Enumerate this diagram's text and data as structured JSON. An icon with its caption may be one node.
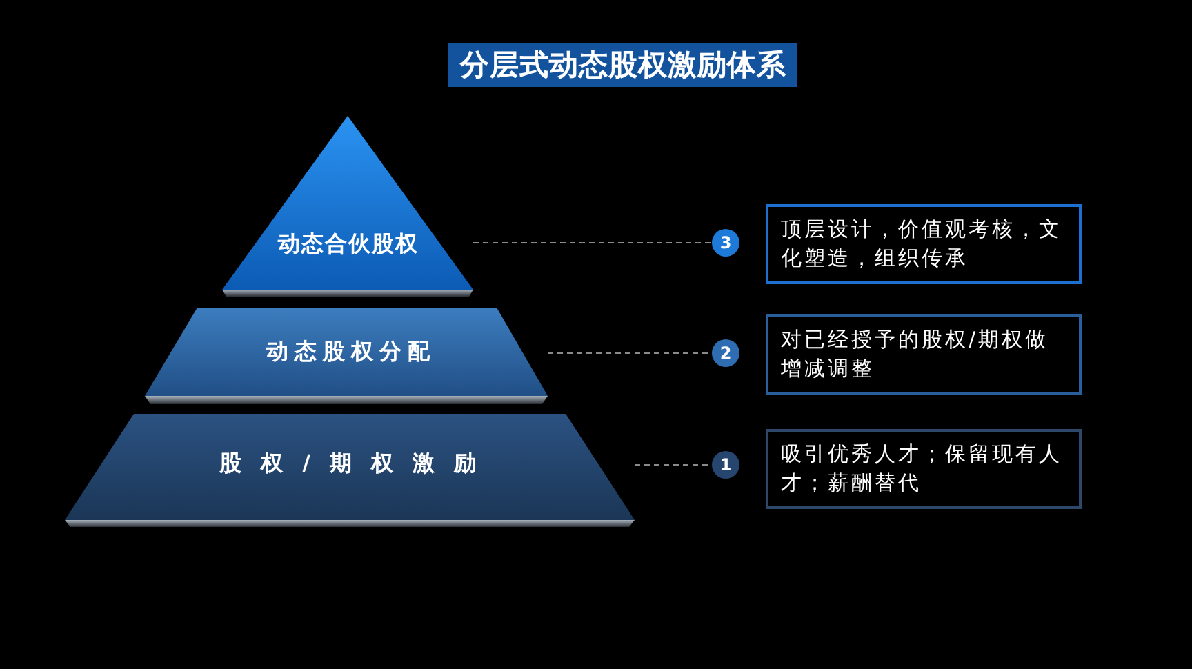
{
  "diagram": {
    "title": "分层式动态股权激励体系",
    "nodes": [
      {
        "text": [
          "动态合伙股权"
        ]
      },
      {
        "text": [
          "动态股权分配"
        ]
      },
      {
        "text": [
          "股权/期权激励"
        ]
      },
      {
        "text": [
          "3"
        ]
      },
      {
        "text": [
          "2"
        ]
      },
      {
        "text": [
          "1"
        ]
      },
      {
        "text": [
          "顶层设计，价值观考核，文化塑造，组织传承"
        ]
      },
      {
        "text": [
          "对已经授予的股权/期权做增减调整"
        ]
      },
      {
        "text": [
          "吸引优秀人才；保留现有人才；薪酬替代"
        ]
      }
    ],
    "edges": [
      {
        "from": 0,
        "to": 3,
        "arrow": "none",
        "style": "dashed"
      },
      {
        "from": 1,
        "to": 4,
        "arrow": "none",
        "style": "dashed"
      },
      {
        "from": 2,
        "to": 5,
        "arrow": "none",
        "style": "dashed"
      }
    ]
  }
}
